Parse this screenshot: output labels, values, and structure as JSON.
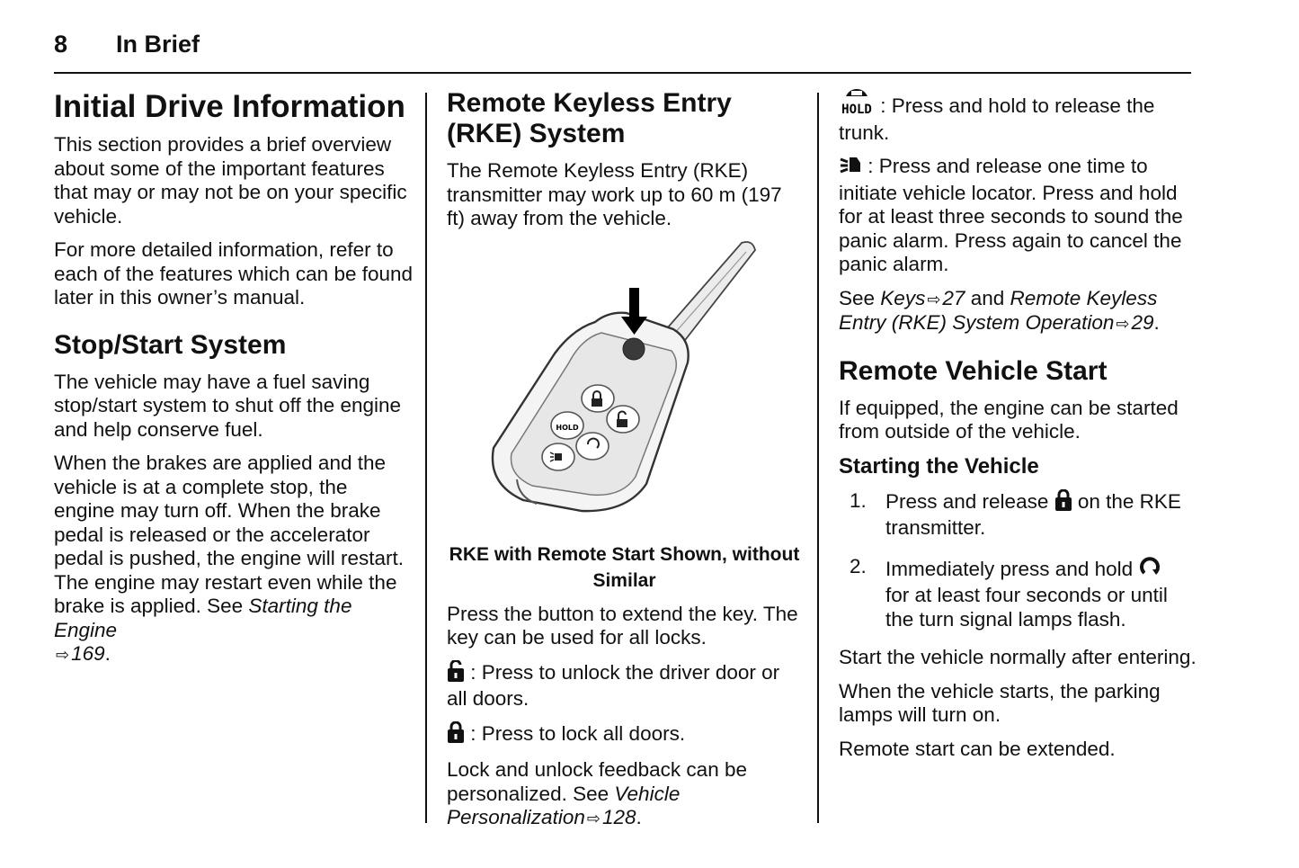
{
  "header": {
    "page_number": "8",
    "section": "In Brief"
  },
  "col1": {
    "title": "Initial Drive Information",
    "intro": "This section provides a brief overview about some of the important features that may or may not be on your specific vehicle.",
    "detail": "For more detailed information, refer to each of the features which can be found later in this owner’s manual.",
    "stopstart_heading": "Stop/Start System",
    "stopstart_p1": "The vehicle may have a fuel saving stop/start system to shut off the engine and help conserve fuel.",
    "stopstart_p2": "When the brakes are applied and the vehicle is at a complete stop, the engine may turn off. When the brake pedal is released or the accelerator pedal is pushed, the engine will restart. The engine may restart even while the brake is applied. See ",
    "stopstart_ref_title": "Starting the Engine",
    "stopstart_ref_page": "169"
  },
  "col2": {
    "heading": "Remote Keyless Entry (RKE) System",
    "intro": "The Remote Keyless Entry (RKE) transmitter may work up to 60 m (197 ft) away from the vehicle.",
    "figure_caption": "RKE with Remote Start Shown, without Similar",
    "fob_hold_label": "HOLD",
    "extend": "Press the button to extend the key. The key can be used for all locks.",
    "unlock_text": " : Press to unlock the driver door or all doors.",
    "lock_text": " : Press to lock all doors.",
    "feedback_text": "Lock and unlock feedback can be personalized. See ",
    "feedback_ref_title": "Vehicle Personalization",
    "feedback_ref_page": "128"
  },
  "col3": {
    "trunk_hold_label": "HOLD",
    "trunk_text": " : Press and hold to release the trunk.",
    "locator_text": " : Press and release one time to initiate vehicle locator. Press and hold for at least three seconds to sound the panic alarm. Press again to cancel the panic alarm.",
    "see": "See ",
    "ref1_title": "Keys",
    "ref1_page": "27",
    "and": " and ",
    "ref2_title": "Remote Keyless Entry (RKE) System Operation",
    "ref2_page": "29",
    "remote_heading": "Remote Vehicle Start",
    "remote_intro": "If equipped, the engine can be started from outside of the vehicle.",
    "starting_heading": "Starting the Vehicle",
    "steps": [
      {
        "num": "1.",
        "before": "Press and release ",
        "after": " on the RKE transmitter."
      },
      {
        "num": "2.",
        "before": "Immediately press and hold ",
        "after": " for at least four seconds or until the turn signal lamps flash."
      }
    ],
    "after_entering": "Start the vehicle normally after entering.",
    "parking_lamps": "When the vehicle starts, the parking lamps will turn on.",
    "extended": "Remote start can be extended."
  },
  "icons": {
    "reference_arrow": "⇨"
  }
}
